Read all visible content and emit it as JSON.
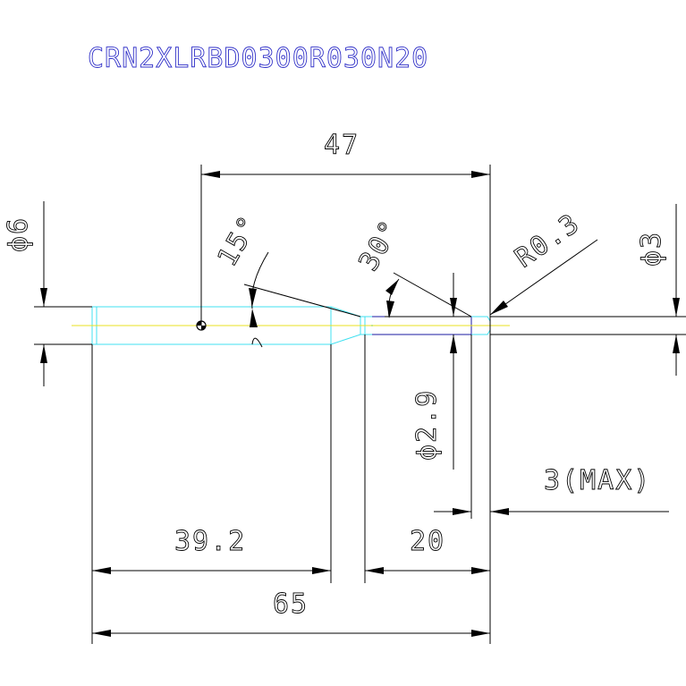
{
  "title": "CRN2XLRBD0300R030N20",
  "colors": {
    "title": "#3030c8",
    "dimension": "#000000",
    "part_outline": "#40e0f0",
    "centerline": "#e8e020",
    "neck_outline": "#1a1aa0",
    "tip": "#e03030"
  },
  "dimensions": {
    "overall_length": "65",
    "shank_length": "39.2",
    "neck_length": "20",
    "reference_length": "47",
    "max_offset": "3(MAX)",
    "shank_diameter": "ϕ6",
    "tip_diameter": "ϕ3",
    "neck_diameter": "ϕ2.9",
    "corner_radius": "R0.3",
    "taper_angle_1": "15°",
    "taper_angle_2": "30°"
  }
}
